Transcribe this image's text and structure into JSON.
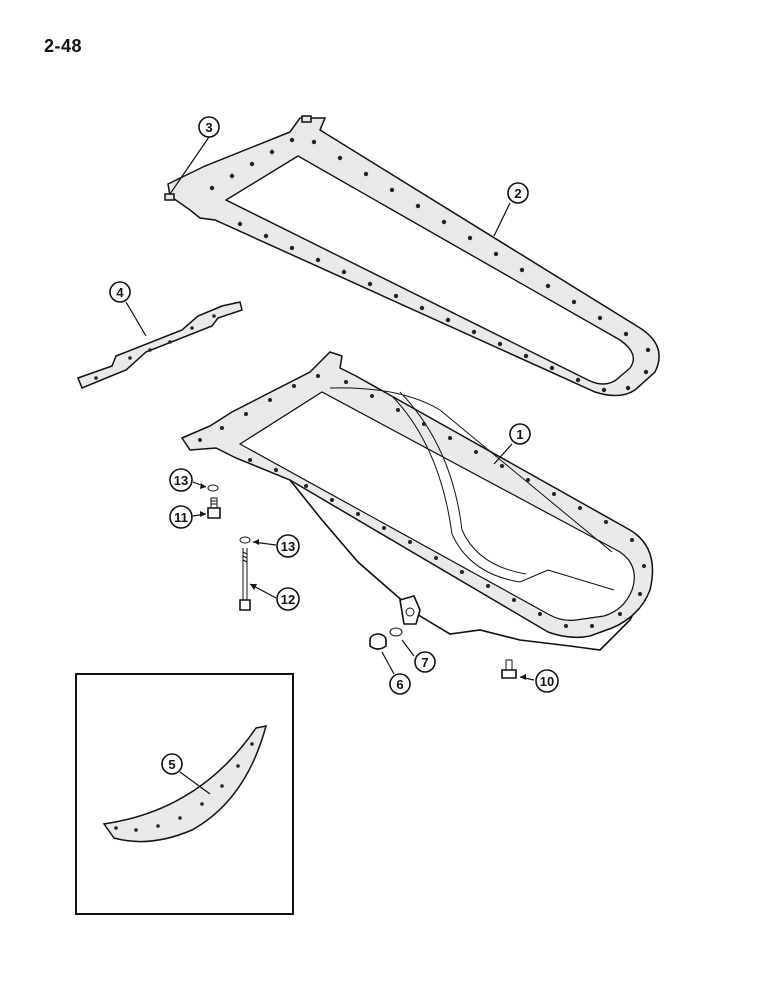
{
  "page": {
    "number": "2-48"
  },
  "callouts": [
    {
      "id": "1",
      "label": "1",
      "part": "oil-pan"
    },
    {
      "id": "2",
      "label": "2",
      "part": "oil-pan-gasket"
    },
    {
      "id": "3",
      "label": "3",
      "part": "gasket-tab"
    },
    {
      "id": "4",
      "label": "4",
      "part": "front-gasket-strip"
    },
    {
      "id": "5",
      "label": "5",
      "part": "curved-gasket-seal"
    },
    {
      "id": "6",
      "label": "6",
      "part": "drain-plug"
    },
    {
      "id": "7",
      "label": "7",
      "part": "drain-plug-washer"
    },
    {
      "id": "10",
      "label": "10",
      "part": "cap-screw"
    },
    {
      "id": "11",
      "label": "11",
      "part": "cap-screw"
    },
    {
      "id": "12",
      "label": "12",
      "part": "long-bolt"
    },
    {
      "id": "13a",
      "label": "13",
      "part": "lock-washer"
    },
    {
      "id": "13b",
      "label": "13",
      "part": "lock-washer"
    }
  ]
}
